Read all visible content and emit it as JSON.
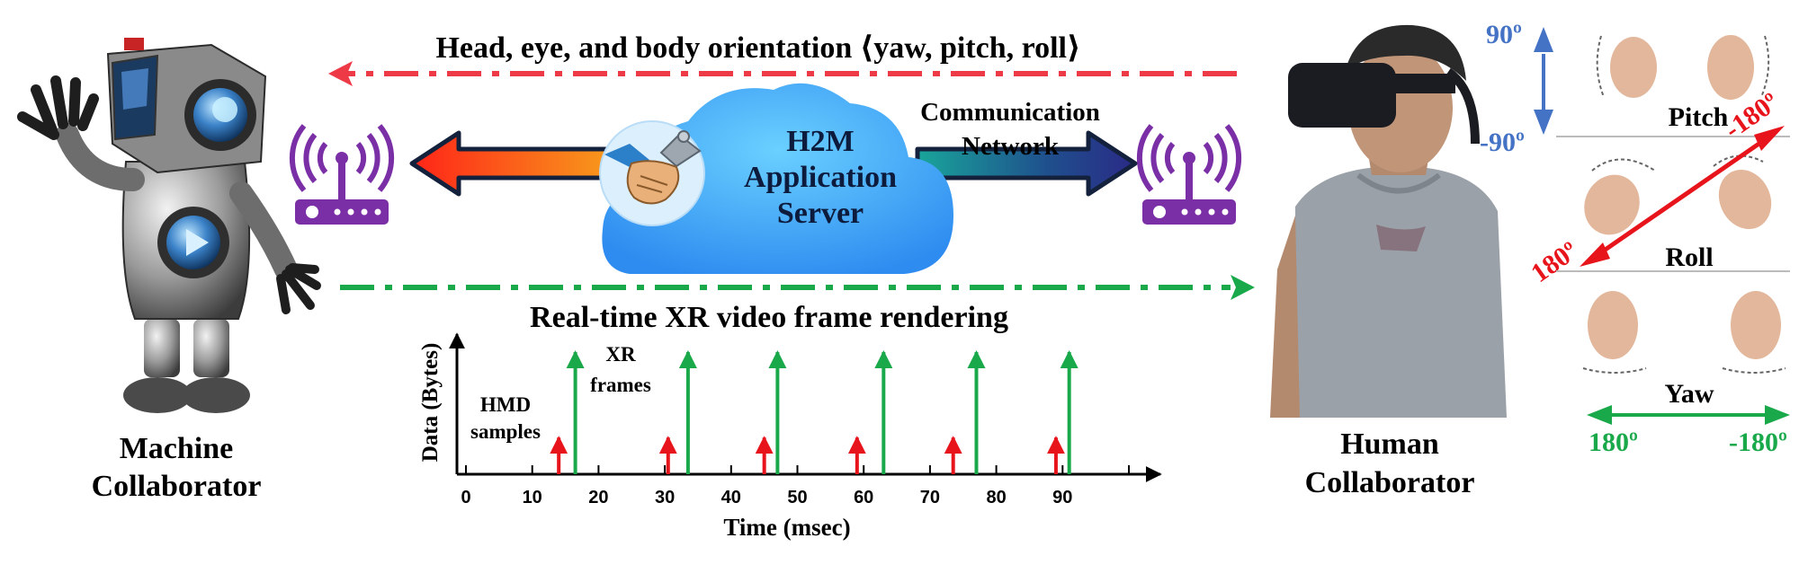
{
  "top_arrow": {
    "label": "Head, eye, and body orientation ⟨yaw, pitch, roll⟩",
    "color": "#ee3a46"
  },
  "bottom_arrow": {
    "label": "Real-time XR video frame rendering",
    "color": "#1aa94a"
  },
  "machine": {
    "label_line1": "Machine",
    "label_line2": "Collaborator"
  },
  "human": {
    "label_line1": "Human",
    "label_line2": "Collaborator"
  },
  "server": {
    "line1": "H2M",
    "line2": "Application",
    "line3": "Server",
    "cloud_color": "#3fa9f5"
  },
  "network": {
    "line1": "Communication",
    "line2": "Network"
  },
  "icons": {
    "router_left": "wifi-router-icon",
    "router_right": "wifi-router-icon",
    "handshake": "handshake-icon",
    "router_color": "#7b2fa6"
  },
  "orientation": {
    "pitch_label": "Pitch",
    "pitch_max": "90º",
    "pitch_min": "-90º",
    "pitch_color": "#4472c4",
    "roll_label": "Roll",
    "roll_left": "180º",
    "roll_right": "-180º",
    "roll_color": "#e8141c",
    "yaw_label": "Yaw",
    "yaw_left": "180º",
    "yaw_right": "-180º",
    "yaw_color": "#1aa94a"
  },
  "chart_data": {
    "type": "bar",
    "xlabel": "Time (msec)",
    "ylabel": "Data (Bytes)",
    "xlim": [
      0,
      100
    ],
    "x_ticks": [
      0,
      10,
      20,
      30,
      40,
      50,
      60,
      70,
      80,
      90
    ],
    "annotations": {
      "hmd_line1": "HMD",
      "hmd_line2": "samples",
      "xr_line1": "XR",
      "xr_line2": "frames"
    },
    "series": [
      {
        "color": "#e8141c",
        "x": [
          14,
          30.5,
          45,
          59,
          73.5,
          89
        ],
        "values": [
          0.3,
          0.3,
          0.3,
          0.3,
          0.3,
          0.3
        ]
      },
      {
        "color": "#1aa94a",
        "x": [
          16.5,
          33.5,
          47,
          63,
          77,
          91
        ],
        "values": [
          1,
          1,
          1,
          1,
          1,
          1
        ]
      }
    ]
  }
}
